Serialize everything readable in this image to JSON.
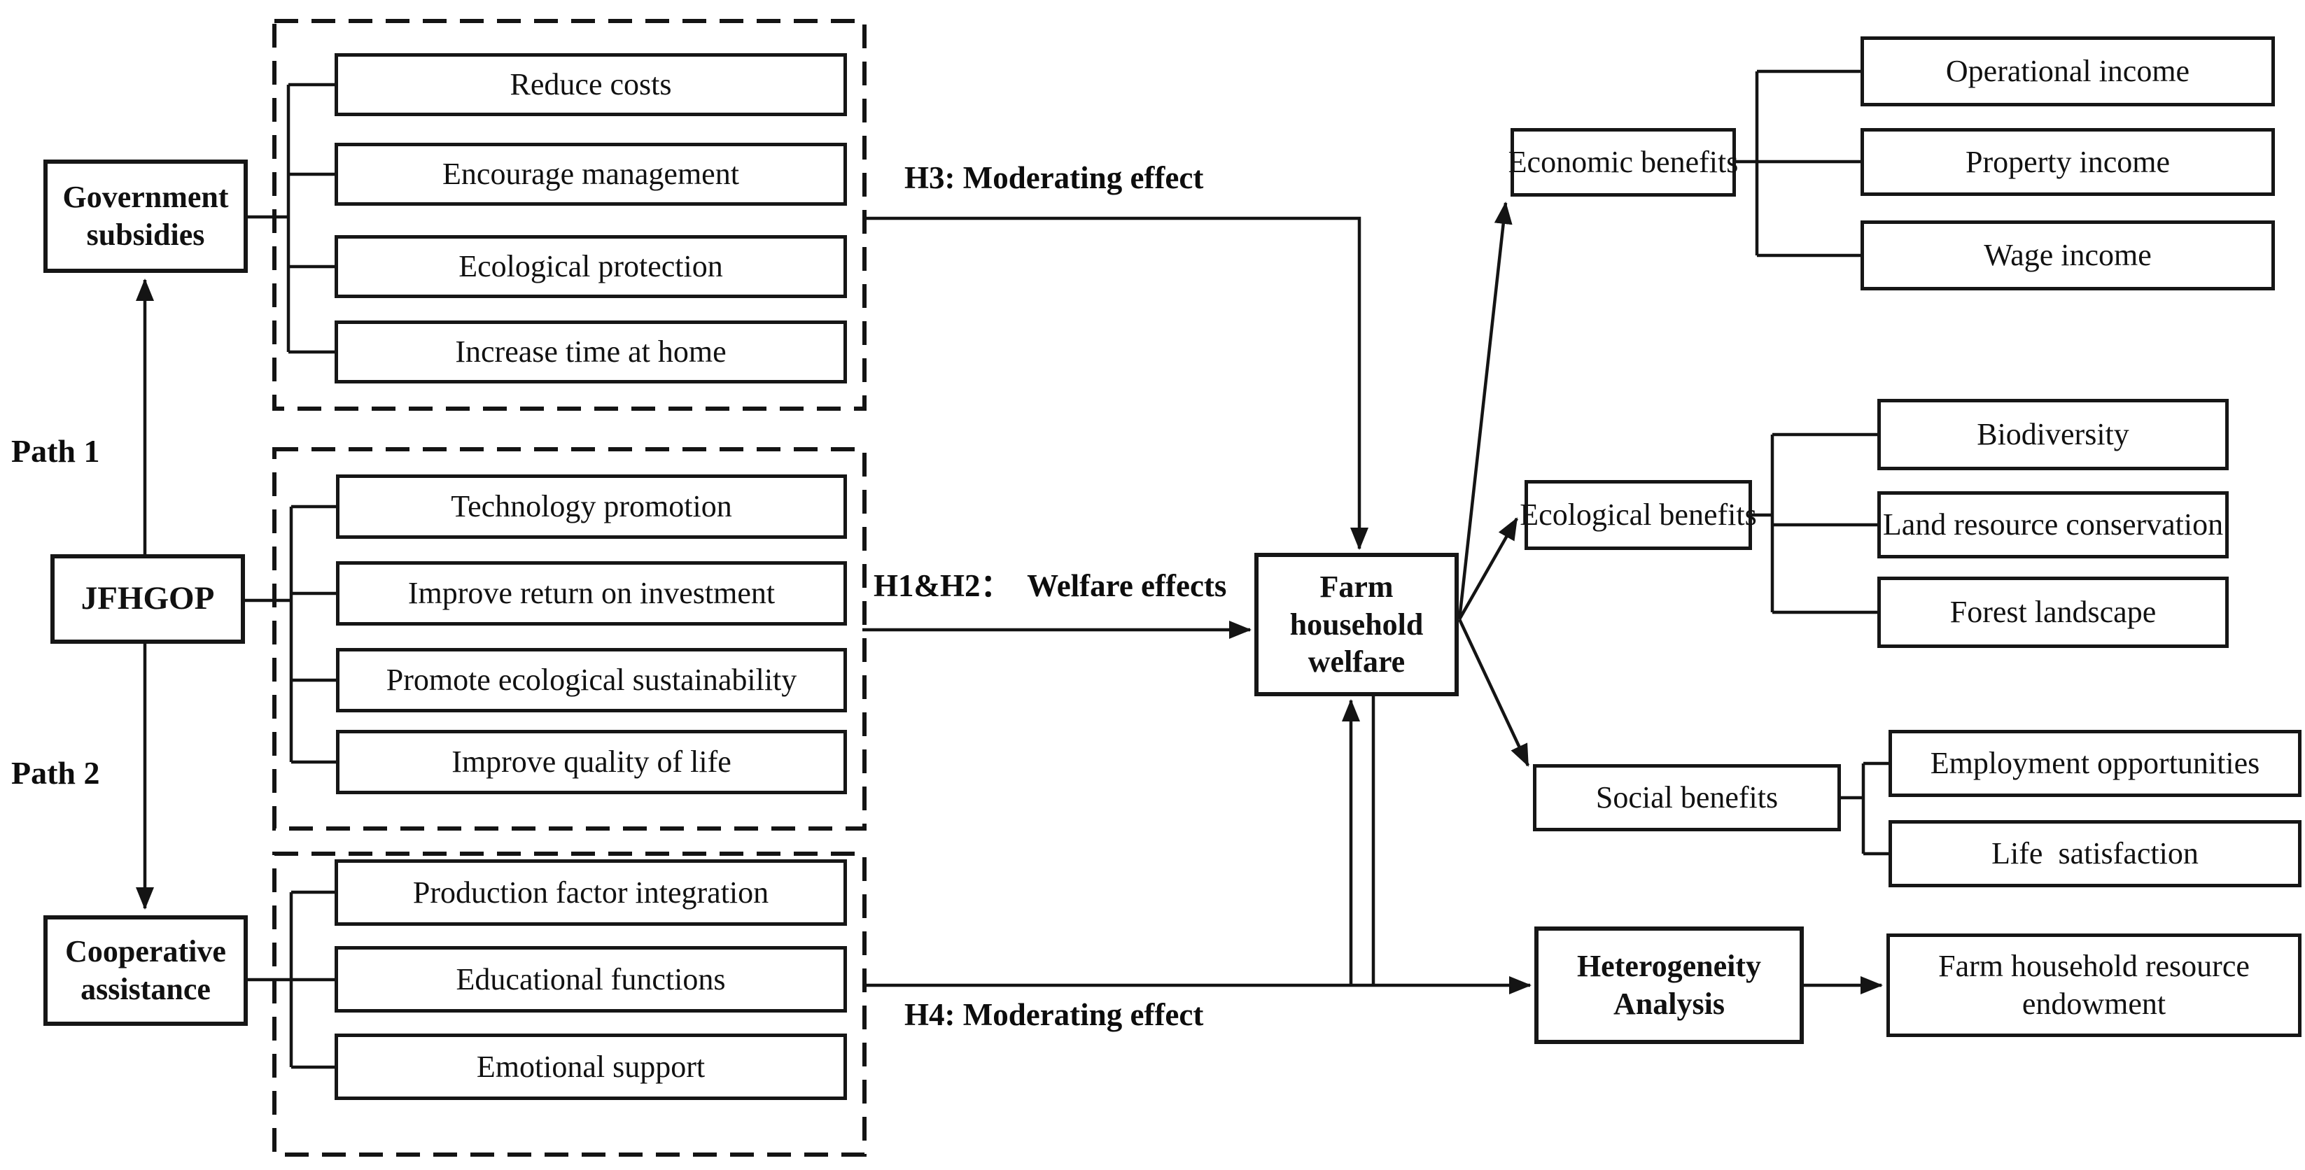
{
  "figure": {
    "background": "#ffffff",
    "line_color": "#141414",
    "text_color": "#111111"
  },
  "nodes": {
    "government_subsidies": "Government subsidies",
    "jfhgop": "JFHGOP",
    "cooperative_assistance": "Cooperative assistance",
    "farm_household_welfare": "Farm household welfare"
  },
  "path_labels": {
    "path1": "Path 1",
    "path2": "Path 2"
  },
  "hypotheses": {
    "h3": "H3: Moderating effect",
    "h1h2": "H1&H2：  Welfare effects",
    "h4": "H4: Moderating effect"
  },
  "mechanism_groups": {
    "subsidies": {
      "items": [
        "Reduce costs",
        "Encourage management",
        "Ecological protection",
        "Increase time at home"
      ]
    },
    "program": {
      "items": [
        "Technology promotion",
        "Improve return on investment",
        "Promote ecological sustainability",
        "Improve quality of life"
      ]
    },
    "cooperative": {
      "items": [
        "Production factor integration",
        "Educational functions",
        "Emotional support"
      ]
    }
  },
  "benefits": {
    "economic": {
      "label": "Economic benefits",
      "items": [
        "Operational income",
        "Property income",
        "Wage income"
      ]
    },
    "ecological": {
      "label": "Ecological benefits",
      "items": [
        "Biodiversity",
        "Land resource conservation",
        "Forest landscape"
      ]
    },
    "social": {
      "label": "Social benefits",
      "items": [
        "Employment opportunities",
        "Life  satisfaction"
      ]
    }
  },
  "heterogeneity": {
    "label": "Heterogeneity Analysis",
    "outcome": "Farm household resource endowment"
  }
}
